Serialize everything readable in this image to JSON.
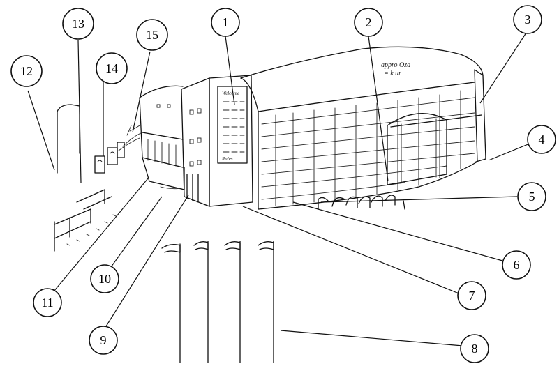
{
  "callouts": [
    {
      "id": "callout-1",
      "number": "1"
    },
    {
      "id": "callout-2",
      "number": "2"
    },
    {
      "id": "callout-3",
      "number": "3"
    },
    {
      "id": "callout-4",
      "number": "4"
    },
    {
      "id": "callout-5",
      "number": "5"
    },
    {
      "id": "callout-6",
      "number": "6"
    },
    {
      "id": "callout-7",
      "number": "7"
    },
    {
      "id": "callout-8",
      "number": "8"
    },
    {
      "id": "callout-9",
      "number": "9"
    },
    {
      "id": "callout-10",
      "number": "10"
    },
    {
      "id": "callout-11",
      "number": "11"
    },
    {
      "id": "callout-12",
      "number": "12"
    },
    {
      "id": "callout-13",
      "number": "13"
    },
    {
      "id": "callout-14",
      "number": "14"
    },
    {
      "id": "callout-15",
      "number": "15"
    }
  ],
  "roof_writing": {
    "line1": "appro Oza",
    "line2": "= k ur"
  },
  "sign_writing": {
    "top": "Welcome",
    "bottom": "Rules..."
  },
  "colors": {
    "ink": "#111111",
    "paper": "#ffffff"
  }
}
